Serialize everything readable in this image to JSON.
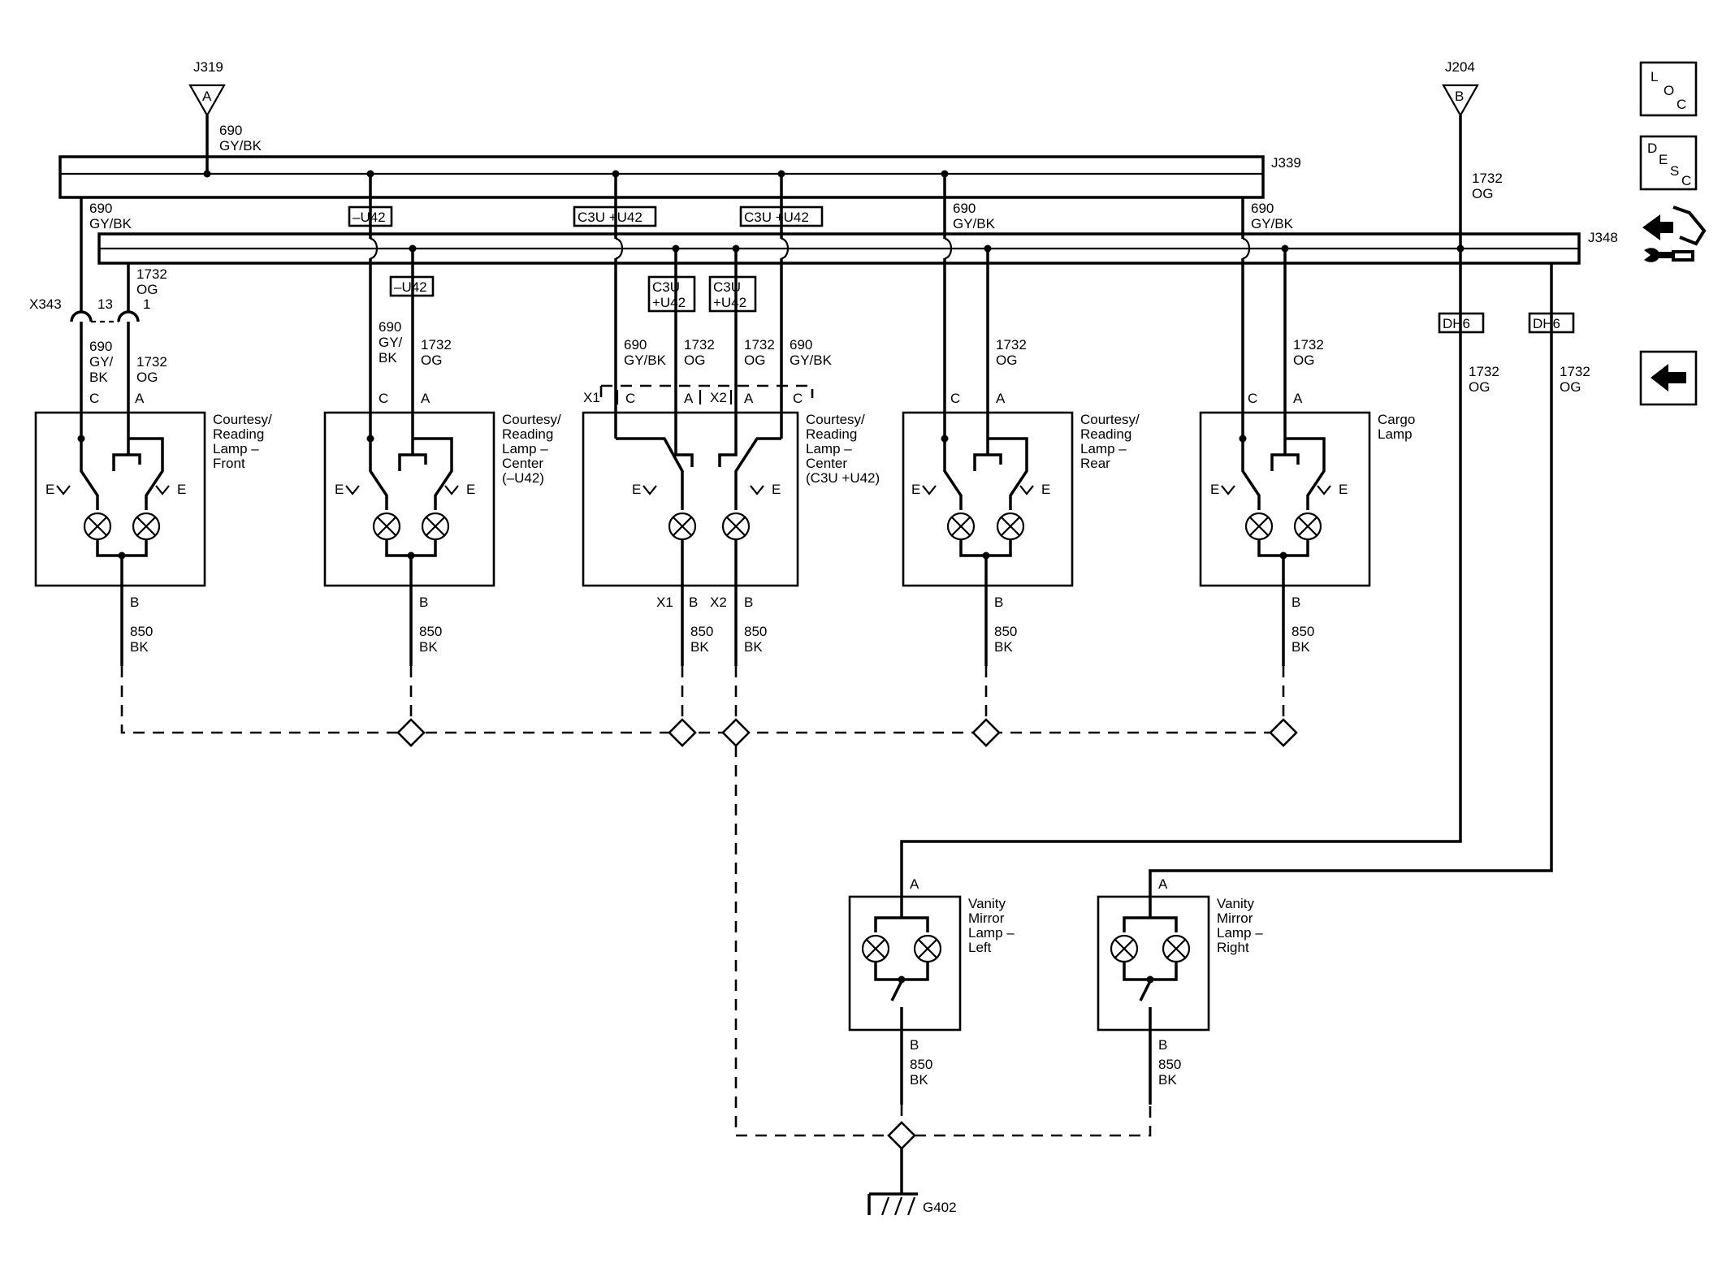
{
  "splices": {
    "j319": {
      "label": "J319",
      "pin": "A"
    },
    "j204": {
      "label": "J204",
      "pin": "B"
    },
    "j339": {
      "label": "J339"
    },
    "j348": {
      "label": "J348"
    }
  },
  "connector": {
    "label": "X343",
    "pin_left": "13",
    "pin_right": "1"
  },
  "ground": {
    "label": "G402"
  },
  "wires": {
    "gy_num": "690",
    "gy_col": "GY/BK",
    "gy_col_a": "GY/",
    "gy_col_b": "BK",
    "og_num": "1732",
    "og_col": "OG",
    "bk_num": "850",
    "bk_col": "BK"
  },
  "options": {
    "minus_u42": "–U42",
    "c3u_u42": "C3U +U42",
    "c3u": "C3U",
    "plus_u42": "+U42",
    "dh6": "DH6"
  },
  "pins": {
    "a": "A",
    "b": "B",
    "c": "C",
    "x1": "X1",
    "x2": "X2"
  },
  "components": [
    {
      "lines": [
        "Courtesy/",
        "Reading",
        "Lamp –",
        "Front"
      ]
    },
    {
      "lines": [
        "Courtesy/",
        "Reading",
        "Lamp –",
        "Center",
        "(–U42)"
      ]
    },
    {
      "lines": [
        "Courtesy/",
        "Reading",
        "Lamp –",
        "Center",
        "(C3U +U42)"
      ]
    },
    {
      "lines": [
        "Courtesy/",
        "Reading",
        "Lamp –",
        "Rear"
      ]
    },
    {
      "lines": [
        "Cargo",
        "Lamp"
      ]
    },
    {
      "lines": [
        "Vanity",
        "Mirror",
        "Lamp –",
        "Left"
      ]
    },
    {
      "lines": [
        "Vanity",
        "Mirror",
        "Lamp –",
        "Right"
      ]
    }
  ],
  "nav": {
    "loc": {
      "l": "L",
      "o": "O",
      "c": "C"
    },
    "desc": {
      "d": "D",
      "e": "E",
      "s": "S",
      "c": "C"
    }
  }
}
